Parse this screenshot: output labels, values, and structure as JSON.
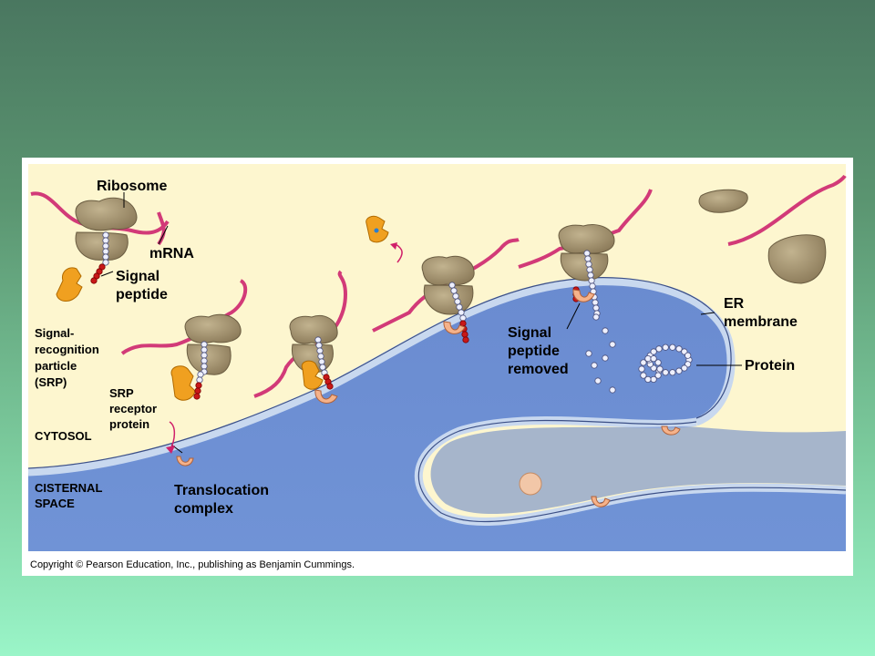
{
  "labels": {
    "ribosome": "Ribosome",
    "mrna": "mRNA",
    "signal_peptide": [
      "Signal",
      "peptide"
    ],
    "srp": [
      "Signal-",
      "recognition",
      "particle",
      "(SRP)"
    ],
    "srp_receptor": [
      "SRP",
      "receptor",
      "protein"
    ],
    "cytosol": "CYTOSOL",
    "cisternal_space": [
      "CISTERNAL",
      "SPACE"
    ],
    "translocation_complex": [
      "Translocation",
      "complex"
    ],
    "signal_peptide_removed": [
      "Signal",
      "peptide",
      "removed"
    ],
    "er_membrane": [
      "ER",
      "membrane"
    ],
    "protein": "Protein"
  },
  "copyright": "Copyright © Pearson Education, Inc., publishing as Benjamin Cummings.",
  "colors": {
    "background_top": "#4a7760",
    "background_bottom": "#9af5c8",
    "cytosol": "#fdf6cf",
    "er_lumen": "#6f8fd0",
    "membrane": "#b8cdea",
    "ribosome": "#a08f6e",
    "mrna": "#d23a78",
    "srp": "#f0a020",
    "signal_peptide": "#c81818",
    "translocon": "#f5b28a"
  }
}
